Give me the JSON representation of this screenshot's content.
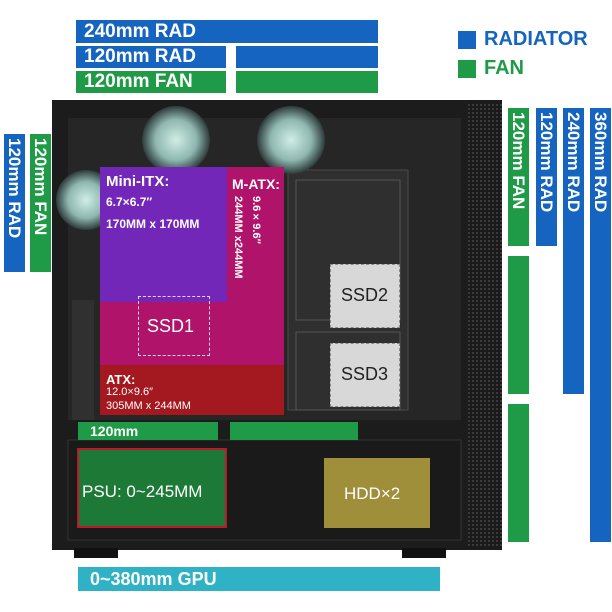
{
  "top_bars": {
    "rad240": "240mm RAD",
    "rad120": "120mm RAD",
    "fan120": "120mm FAN"
  },
  "legend": {
    "radiator": "RADIATOR",
    "fan": "FAN",
    "radiator_color": "#1565c0",
    "fan_color": "#1f9a46"
  },
  "left_bars": {
    "rad120": "120mm RAD",
    "fan120": "120mm FAN"
  },
  "right_bars": {
    "fan120": "120mm FAN",
    "rad120": "120mm RAD",
    "rad240": "240mm RAD",
    "rad360": "360mm RAD"
  },
  "zones": {
    "mini_itx_title": "Mini-ITX:",
    "mini_itx_inch": "6.7×6.7″",
    "mini_itx_mm": "170MM x 170MM",
    "matx_title": "M-ATX:",
    "matx_inch": "9.6×9.6″",
    "matx_mm": "244MM x244MM",
    "ssd1": "SSD1",
    "atx_title": "ATX:",
    "atx_inch": "12.0×9.6″",
    "atx_mm": "305MM x 244MM",
    "ssd2": "SSD2",
    "ssd3": "SSD3",
    "bottom_fan": "120mm",
    "psu": "PSU:  0~245MM",
    "hdd": "HDD×2"
  },
  "gpu_bar": "0~380mm GPU"
}
